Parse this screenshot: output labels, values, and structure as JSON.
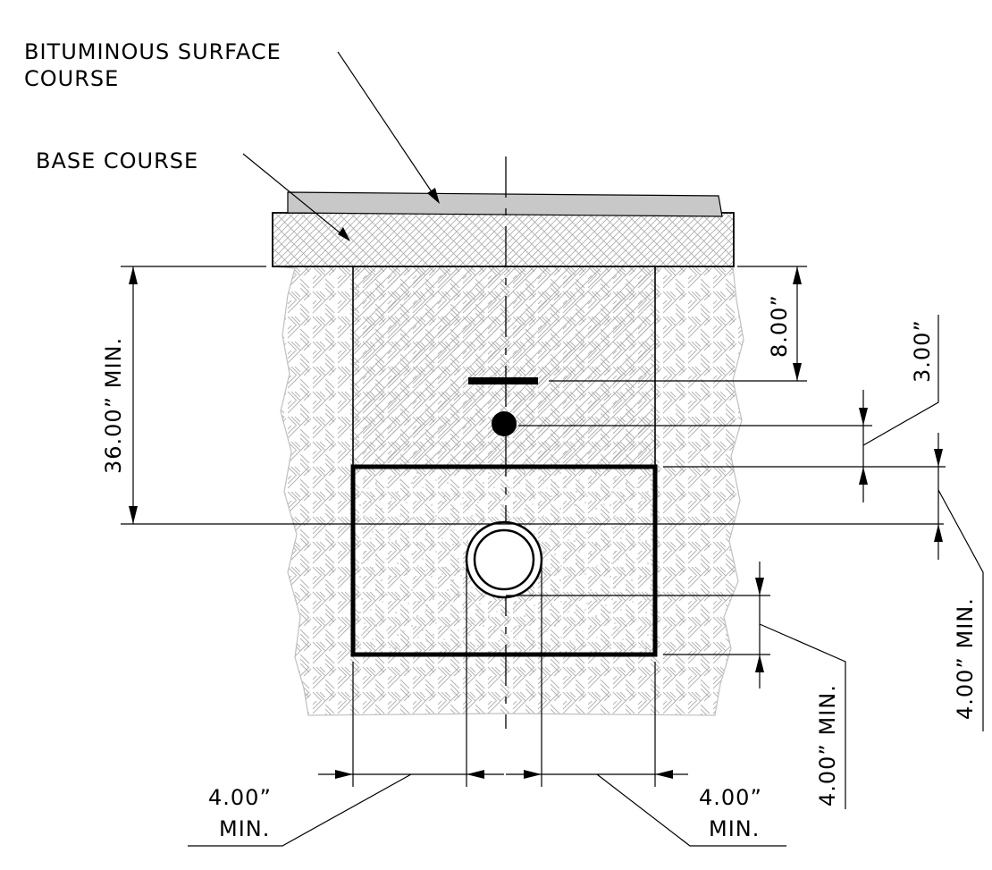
{
  "labels": {
    "bituminous_line1": "BITUMINOUS SURFACE",
    "bituminous_line2": "COURSE",
    "base_course": "BASE COURSE",
    "depth_36": "36.00” MIN.",
    "dim_8": "8.00”",
    "dim_3": "3.00”",
    "dim_4_right": "4.00” MIN.",
    "dim_4_pipe": "4.00” MIN.",
    "dim_4_left_1": "4.00”",
    "dim_4_left_2": "MIN.",
    "dim_4_bottomright_1": "4.00”",
    "dim_4_bottomright_2": "MIN."
  },
  "colors": {
    "surface_fill": "#c8c8c8",
    "hatch_grey": "#b4b4b4",
    "line": "#000000"
  }
}
